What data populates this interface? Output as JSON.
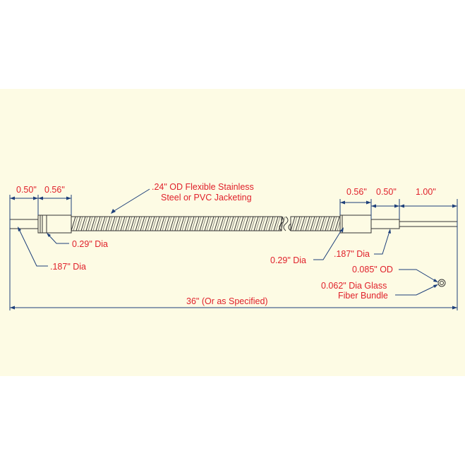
{
  "colors": {
    "background": "#fdfbe4",
    "label_text": "#e0202a",
    "dimension_lines": "#1d3f7a",
    "part_outline": "#333333",
    "part_fill": "#fdfbe4"
  },
  "labels": {
    "left_tip_length": "0.50\"",
    "left_ferrule_length": "0.56\"",
    "jacket_note_line1": ".24\" OD Flexible Stainless",
    "jacket_note_line2": "Steel or PVC Jacketing",
    "left_ferrule_dia": "0.29\" Dia",
    "left_tip_dia": ".187\" Dia",
    "right_ferrule_length": "0.56\"",
    "right_tip_length": "0.50\"",
    "fiber_length": "1.00\"",
    "right_ferrule_dia": "0.29\" Dia",
    "right_tip_dia": ".187\" Dia",
    "fiber_od": "0.085\" OD",
    "fiber_desc_line1": "0.062\" Dia Glass",
    "fiber_desc_line2": "Fiber Bundle",
    "overall_length": "36\" (Or as Specified)"
  }
}
